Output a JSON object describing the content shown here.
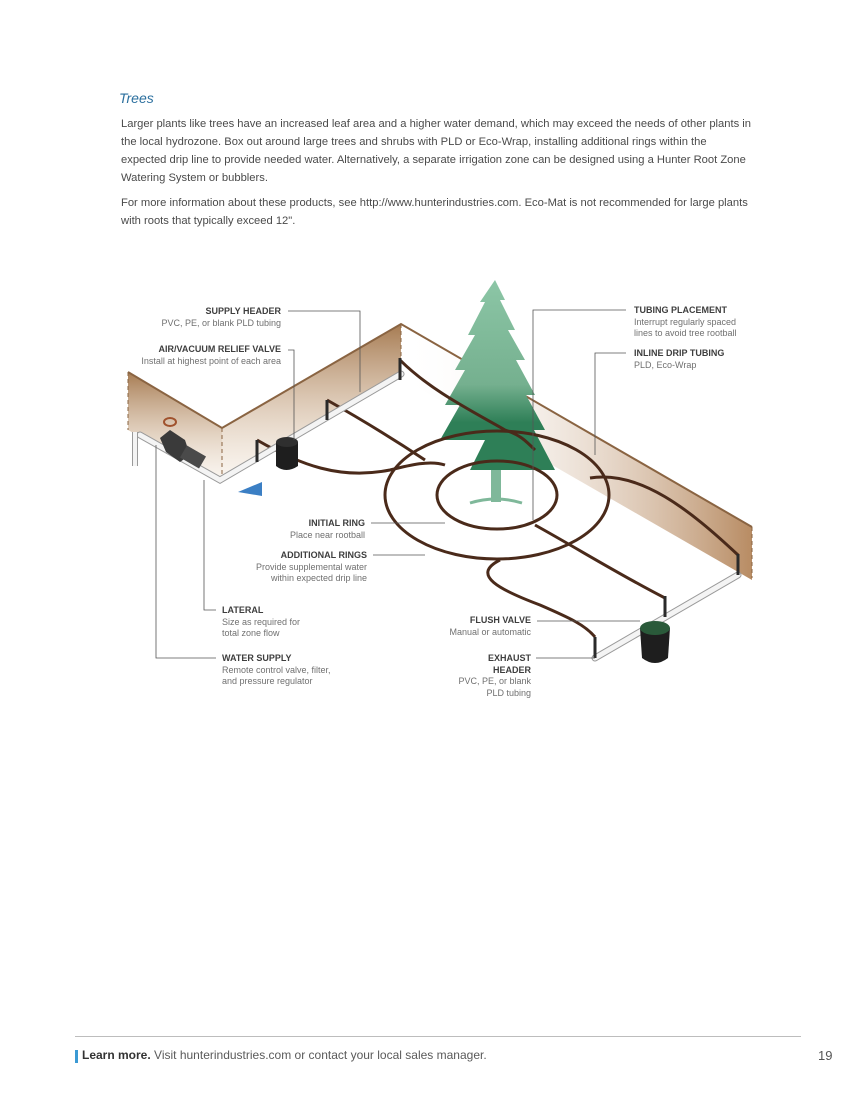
{
  "section": {
    "title": "Trees",
    "paragraph_1": "Larger plants like trees have an increased leaf area and a higher water demand, which may exceed the needs of other plants in the local hydrozone. Box out around large trees and shrubs with PLD or Eco-Wrap, installing additional rings within the expected drip line to provide needed water. Alternatively, a separate irrigation zone can be designed using a Hunter Root Zone Watering System or bubblers.",
    "paragraph_2": "For more information about these products, see http://www.hunterindustries.com. Eco-Mat is not recommended for large plants with roots that typically exceed 12\"."
  },
  "diagram": {
    "labels": {
      "supply_header": {
        "title": "SUPPLY HEADER",
        "sub1": "PVC, PE, or blank PLD tubing"
      },
      "air_vacuum": {
        "title": "AIR/VACUUM RELIEF VALVE",
        "sub1": "Install at highest point of each area"
      },
      "tubing_placement": {
        "title": "TUBING PLACEMENT",
        "sub1": "Interrupt regularly spaced",
        "sub2": "lines to avoid tree rootball"
      },
      "inline_drip": {
        "title": "INLINE DRIP TUBING",
        "sub1": "PLD, Eco-Wrap"
      },
      "initial_ring": {
        "title": "INITIAL RING",
        "sub1": "Place near rootball"
      },
      "additional_rings": {
        "title": "ADDITIONAL RINGS",
        "sub1": "Provide supplemental water",
        "sub2": "within expected drip line"
      },
      "lateral": {
        "title": "LATERAL",
        "sub1": "Size as required for",
        "sub2": "total zone flow"
      },
      "water_supply": {
        "title": "WATER SUPPLY",
        "sub1": "Remote control valve, filter,",
        "sub2": "and pressure regulator"
      },
      "flush_valve": {
        "title": "FLUSH VALVE",
        "sub1": "Manual or automatic"
      },
      "exhaust_header": {
        "title1": "EXHAUST",
        "title2": "HEADER",
        "sub1": "PVC, PE, or blank",
        "sub2": "PLD tubing"
      }
    },
    "colors": {
      "soil": "#b58a5f",
      "tubing": "#4a2a1a",
      "pipe": "#f2f2f2",
      "tree": "#7fb89a",
      "leader_line": "#555555"
    }
  },
  "footer": {
    "lead": "Learn more.",
    "text": "Visit hunterindustries.com or contact your local sales manager.",
    "page_number": "19",
    "accent": "#3b9ad4"
  }
}
